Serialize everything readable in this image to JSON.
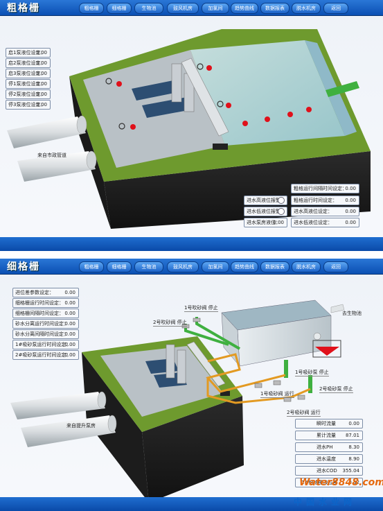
{
  "top_panel": {
    "title": "粗格栅",
    "nav": [
      "粗格栅",
      "细格栅",
      "生物池",
      "鼓风机房",
      "加氯间",
      "趋势曲线",
      "数据报表",
      "脱水机房",
      "返回"
    ],
    "left_fields": [
      {
        "label": "启1泵液位设定：",
        "value": "0.00"
      },
      {
        "label": "启2泵液位设定：",
        "value": "0.00"
      },
      {
        "label": "启3泵液位设定：",
        "value": "0.00"
      },
      {
        "label": "停1泵液位设定：",
        "value": "0.00"
      },
      {
        "label": "停2泵液位设定：",
        "value": "0.00"
      },
      {
        "label": "停3泵液位设定：",
        "value": "0.00"
      }
    ],
    "pipe_label": "来自市政管道",
    "right_fields": [
      {
        "label": "粗格运行间隔时间设定：",
        "value": "0.00"
      },
      {
        "label": "粗格运行时间设定：",
        "value": "0.00"
      },
      {
        "label": "进水高液位设定：",
        "value": "0.00"
      },
      {
        "label": "进水低液位设定：",
        "value": "0.00"
      }
    ],
    "alarms": [
      {
        "label": "进水高液位报警"
      },
      {
        "label": "进水低液位报警"
      }
    ],
    "level": {
      "label": "进水泵房液位：",
      "value": "0.00"
    }
  },
  "bottom_panel": {
    "title": "细格栅",
    "nav": [
      "粗格栅",
      "细格栅",
      "生物池",
      "鼓风机房",
      "加氯间",
      "趋势曲线",
      "数据报表",
      "脱水机房",
      "返回"
    ],
    "left_fields": [
      {
        "label": "进位差参数设定：",
        "value": "0.00"
      },
      {
        "label": "细格栅运行时间设定：",
        "value": "0.00"
      },
      {
        "label": "细格栅间隔时间设定：",
        "value": "0.00"
      },
      {
        "label": "砂水分离运行时间设定：",
        "value": "0.00"
      },
      {
        "label": "砂水分离间隔时间设定：",
        "value": "0.00"
      },
      {
        "label": "1#吸砂泵运行时间设定：",
        "value": "0.00"
      },
      {
        "label": "2#吸砂泵运行时间设定：",
        "value": "0.00"
      }
    ],
    "pipe_label": "来自提升泵房",
    "flow_label": "去生物池",
    "equipment": [
      {
        "label": "1号吹砂阀 停止"
      },
      {
        "label": "2号吹砂阀 停止"
      },
      {
        "label": "1号吸砂泵 停止"
      },
      {
        "label": "1号吸砂阀 运行"
      },
      {
        "label": "2号吸砂泵 停止"
      },
      {
        "label": "2号吸砂阀 运行"
      }
    ],
    "readings": [
      {
        "label": "瞬时流量",
        "value": "0.00"
      },
      {
        "label": "累计流量",
        "value": "87.01"
      },
      {
        "label": "进水PH",
        "value": "8.30"
      },
      {
        "label": "进水温度",
        "value": "8.90"
      },
      {
        "label": "进水COD",
        "value": "355.04"
      },
      {
        "label": "1#细格栅液位差",
        "value": "0.32"
      }
    ]
  },
  "watermark": {
    "brand": "Water8848.com",
    "site": "中国水业网"
  },
  "colors": {
    "bar": "#0b4fb3",
    "grass": "#6e9a2e",
    "alarm": "#e0101a",
    "pipe": "#e0e4e6",
    "green_pipe": "#3fb040",
    "orange_pipe": "#e39a22"
  }
}
